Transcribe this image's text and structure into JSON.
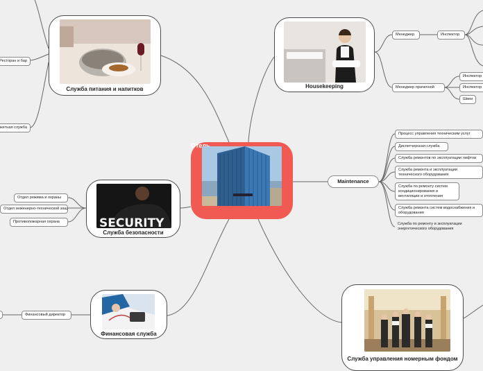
{
  "center": {
    "label": "Отель"
  },
  "branches": {
    "food": {
      "label": "Служба питания и напитков",
      "image": "dining-photo",
      "children": [
        "Ресторан и бар",
        "Банкетная служба"
      ]
    },
    "housekeeping": {
      "label": "Housekeeping",
      "image": "maid-photo"
    },
    "maintenance": {
      "label": "Maintenance"
    },
    "security": {
      "label": "Служба  безопасности",
      "image": "security-guard-photo"
    },
    "finance": {
      "label": "Финансовая служба",
      "image": "finance-photo"
    },
    "rooms": {
      "label": "Служба управления номерным фондом",
      "image": "hotel-staff-photo"
    }
  },
  "housekeeping_tree": {
    "manager": "Менеджер",
    "inspector": "Инспектор",
    "laundry_manager": "Менеджер прачечной",
    "laundry_inspector_1": "Инспектор",
    "laundry_inspector_2": "Инспектор",
    "seamstress": "Швеи"
  },
  "maintenance_items": [
    "Процесс управления техническим услуг",
    "Диспетчерская служба",
    "Служба ремонтов по эксплуатации  лифтов",
    "Служба ремонта и эксплуатации технического оборудования",
    "Служба по ремонту систем кондиционирования и вентиляции и отопления",
    "Служба ремонта систем водоснабжения и оборудования",
    "Служба по ремонту и эксплуатации энергетического оборудования"
  ],
  "security_items": [
    "Отдел режима и охраны",
    "Отдел инженерно-технической защиты",
    "Противопожарная охрана"
  ],
  "finance_items": [
    "Финансовый директор"
  ]
}
